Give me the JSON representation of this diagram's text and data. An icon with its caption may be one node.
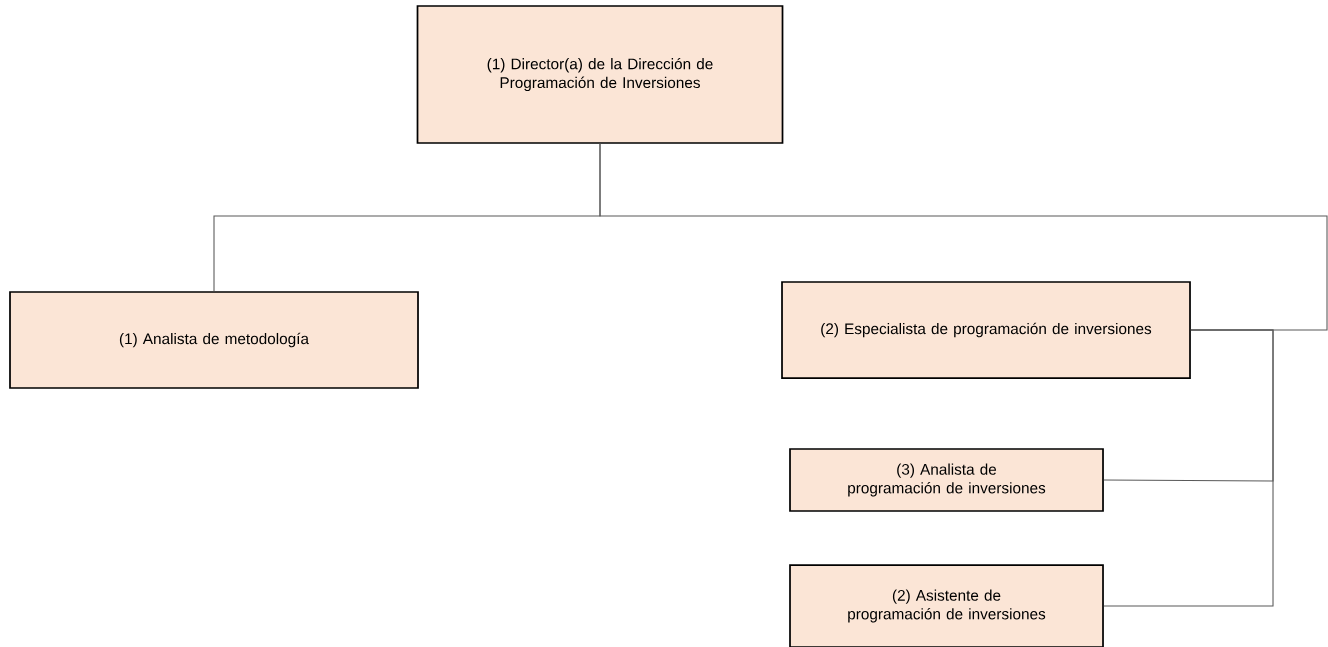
{
  "diagram": {
    "nodes": [
      {
        "text": [
          "(1) Director(a) de la Dirección de Programación de Inversiones"
        ]
      },
      {
        "text": [
          "(1) Analista de metodología"
        ]
      },
      {
        "text": [
          "(2) Especialista de programación de inversiones"
        ]
      },
      {
        "text": [
          "(3) Analista de programación de inversiones"
        ]
      },
      {
        "text": [
          "(2) Asistente de programación de inversiones"
        ]
      }
    ],
    "edges": [
      {
        "from": 0,
        "to": 1,
        "arrow": "none"
      },
      {
        "from": 0,
        "to": 2,
        "arrow": "none"
      },
      {
        "from": 2,
        "to": 3,
        "arrow": "none"
      },
      {
        "from": 2,
        "to": 4,
        "arrow": "none"
      }
    ]
  }
}
